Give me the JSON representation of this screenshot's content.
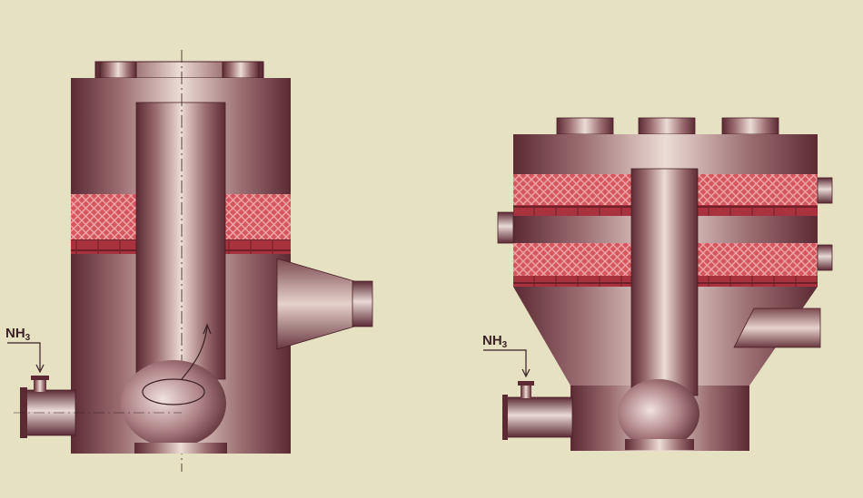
{
  "diagram": {
    "left_reactor": {
      "gas_label": {
        "main": "NH",
        "sub": "3"
      }
    },
    "right_reactor": {
      "gas_label": {
        "main": "NH",
        "sub": "3"
      }
    },
    "colors": {
      "background": "#e6e1c3",
      "metal_dark": "#5b2a33",
      "metal_light": "#e9d9d4",
      "catalyst_bed": "#d0525a",
      "brick_band": "#a8323d",
      "label": "#3a1f24"
    }
  }
}
